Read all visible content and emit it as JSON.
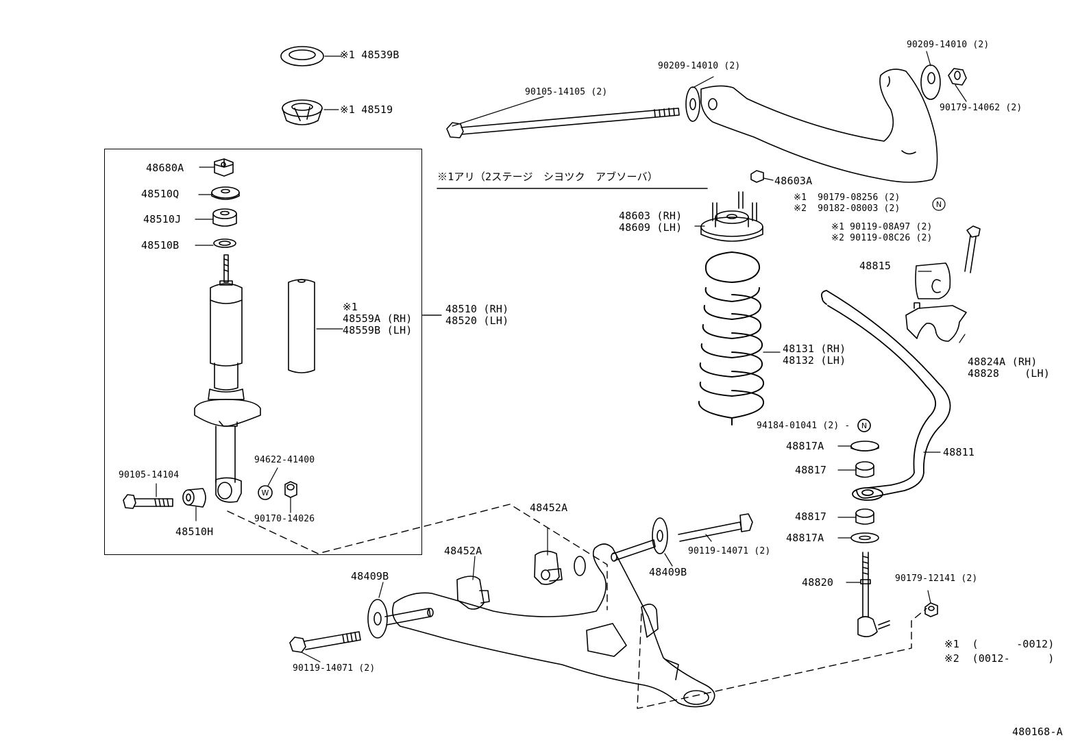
{
  "diagram_id": "480168-A",
  "note_heading": "※1アリ（2ステージ　シヨツク　アブソーバ）",
  "legend": [
    "※1  (      -0012)",
    "※2  (0012-      )"
  ],
  "symbols": {
    "n": "N",
    "w": "W"
  },
  "labels": {
    "p48539B": "※1 48539B",
    "p48519": "※1 48519",
    "p48680A": "48680A",
    "p48510Q": "48510Q",
    "p48510J": "48510J",
    "p48510B": "48510B",
    "p48559": "※1\n48559A (RH)\n48559B (LH)",
    "p48510": "48510 (RH)\n48520 (LH)",
    "p94622": "94622-41400",
    "p90105_14104": "90105-14104",
    "p48510H": "48510H",
    "p90170": "90170-14026",
    "p90105_14105": "90105-14105 (2)",
    "p90209_a": "90209-14010 (2)",
    "p90209_b": "90209-14010 (2)",
    "p90179_14062": "90179-14062 (2)",
    "p48603A": "48603A",
    "p48603": "48603 (RH)\n48609 (LH)",
    "p90179_08256": "※1  90179-08256 (2)\n※2  90182-08003 (2)",
    "p90119_08A97": "※1 90119-08A97 (2)\n※2 90119-08C26 (2)",
    "p48815": "48815",
    "p48824": "48824A (RH)\n48828    (LH)",
    "p48131": "48131 (RH)\n48132 (LH)",
    "p94184": "94184-01041 (2) -",
    "p48817A_a": "48817A",
    "p48817_a": "48817",
    "p48811": "48811",
    "p48817_b": "48817",
    "p48817A_b": "48817A",
    "p48452A_a": "48452A",
    "p48452A_b": "48452A",
    "p48409B_a": "48409B",
    "p48409B_b": "48409B",
    "p90119_14071_a": "90119-14071 (2)",
    "p90119_14071_b": "90119-14071 (2)",
    "p48820": "48820",
    "p90179_12141": "90179-12141 (2)"
  }
}
